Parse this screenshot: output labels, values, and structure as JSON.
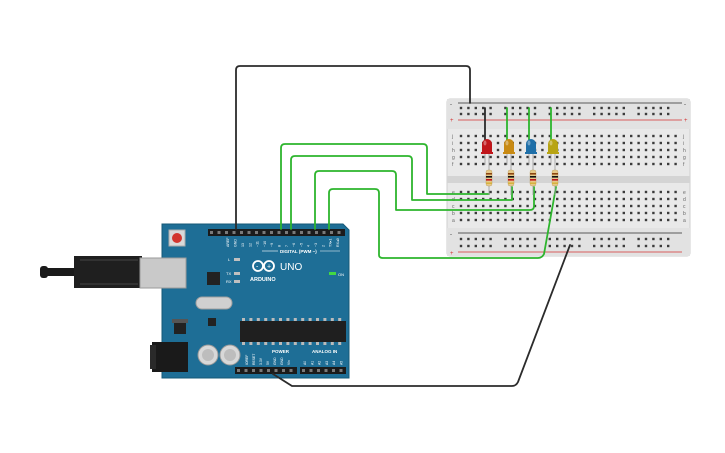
{
  "board": {
    "model": "UNO",
    "brand": "ARDUINO",
    "digital_header": "DIGITAL (PWM ~)",
    "power_header": "POWER",
    "analog_header": "ANALOG IN",
    "on_label": "ON",
    "l_label": "L",
    "tx_label": "TX",
    "rx_label": "RX",
    "aref_label": "AREF",
    "gnd_label": "GND",
    "digital_pins": [
      "13",
      "12",
      "~11",
      "~10",
      "~9",
      "8",
      "7",
      "~6",
      "~5",
      "4",
      "~3",
      "2",
      "TX▸1",
      "RX◂0"
    ],
    "power_pins": [
      "IOREF",
      "RESET",
      "3.3V",
      "5V",
      "GND",
      "GND",
      "Vin"
    ],
    "analog_pins": [
      "A0",
      "A1",
      "A2",
      "A3",
      "A4",
      "A5"
    ]
  },
  "breadboard": {
    "rail_plus": "+",
    "rail_minus": "-",
    "row_letters_top": [
      "j",
      "i",
      "h",
      "g",
      "f"
    ],
    "row_letters_bottom": [
      "e",
      "d",
      "c",
      "b",
      "a"
    ]
  },
  "leds": [
    {
      "color_name": "red",
      "color": "#c0161b"
    },
    {
      "color_name": "orange",
      "color": "#c88a14"
    },
    {
      "color_name": "blue",
      "color": "#1f6fa8"
    },
    {
      "color_name": "yellow",
      "color": "#b8a414"
    }
  ],
  "colors": {
    "board": "#1e6e96",
    "wire_green": "#2db52d",
    "wire_black": "#2b2b2b",
    "breadboard": "#e8e8e8",
    "rail_red": "#d43030"
  }
}
